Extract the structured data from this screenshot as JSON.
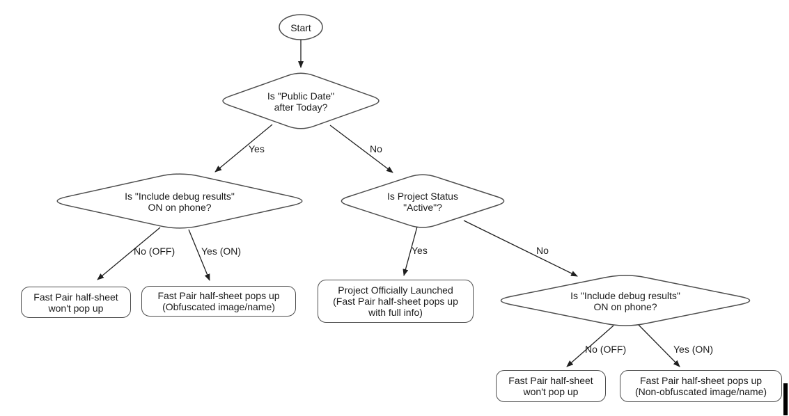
{
  "diagram": {
    "nodes": {
      "start": {
        "label": "Start"
      },
      "decision_public_date": {
        "line1": "Is \"Public Date\"",
        "line2": "after Today?"
      },
      "decision_debug_left": {
        "line1": "Is \"Include debug results\"",
        "line2": "ON on phone?"
      },
      "decision_project_status": {
        "line1": "Is Project Status",
        "line2": "\"Active\"?"
      },
      "decision_debug_right": {
        "line1": "Is \"Include debug results\"",
        "line2": "ON on phone?"
      },
      "outcome_no_popup_left": {
        "line1": "Fast Pair half-sheet",
        "line2": "won't pop up"
      },
      "outcome_obfuscated": {
        "line1": "Fast Pair half-sheet pops up",
        "line2": "(Obfuscated image/name)"
      },
      "outcome_launched": {
        "line1": "Project Officially Launched",
        "line2": "(Fast Pair half-sheet pops up",
        "line3": "with full info)"
      },
      "outcome_no_popup_right": {
        "line1": "Fast Pair half-sheet",
        "line2": "won't pop up"
      },
      "outcome_non_obfuscated": {
        "line1": "Fast Pair half-sheet pops up",
        "line2": "(Non-obfuscated image/name)"
      }
    },
    "edge_labels": {
      "public_date_yes": "Yes",
      "public_date_no": "No",
      "debug_left_no": "No (OFF)",
      "debug_left_yes": "Yes (ON)",
      "project_status_yes": "Yes",
      "project_status_no": "No",
      "debug_right_no": "No (OFF)",
      "debug_right_yes": "Yes (ON)"
    },
    "colors": {
      "shape_stroke": "#4d4d4d",
      "arrow": "#1f1f1f",
      "text": "#1a1a1a",
      "background": "#ffffff"
    }
  }
}
